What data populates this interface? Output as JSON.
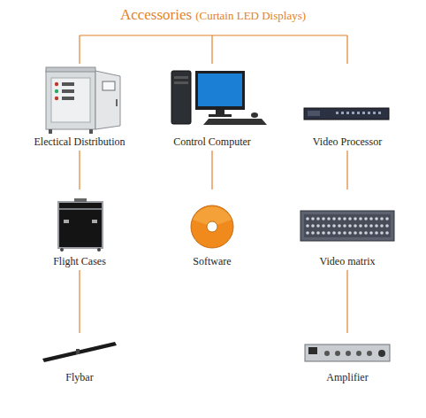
{
  "diagram": {
    "title": "Accessories",
    "nodes": [
      {
        "text": [
          "Electical Distribution"
        ]
      },
      {
        "text": [
          "Control Computer"
        ]
      },
      {
        "text": [
          "Video Processor"
        ]
      },
      {
        "text": [
          "Flight Cases"
        ]
      },
      {
        "text": [
          "Software"
        ]
      },
      {
        "text": [
          "Video matrix"
        ]
      },
      {
        "text": [
          "Flybar"
        ]
      },
      {
        "text": [
          "Amplifier"
        ]
      }
    ],
    "edges": [
      {
        "from": 0,
        "to": 3,
        "arrow": "none"
      },
      {
        "from": 3,
        "to": 6,
        "arrow": "none"
      },
      {
        "from": 1,
        "to": 4,
        "arrow": "none"
      },
      {
        "from": 2,
        "to": 5,
        "arrow": "none"
      },
      {
        "from": 5,
        "to": 7,
        "arrow": "none"
      }
    ],
    "labels": [
      "(Curtain LED Displays)"
    ]
  }
}
